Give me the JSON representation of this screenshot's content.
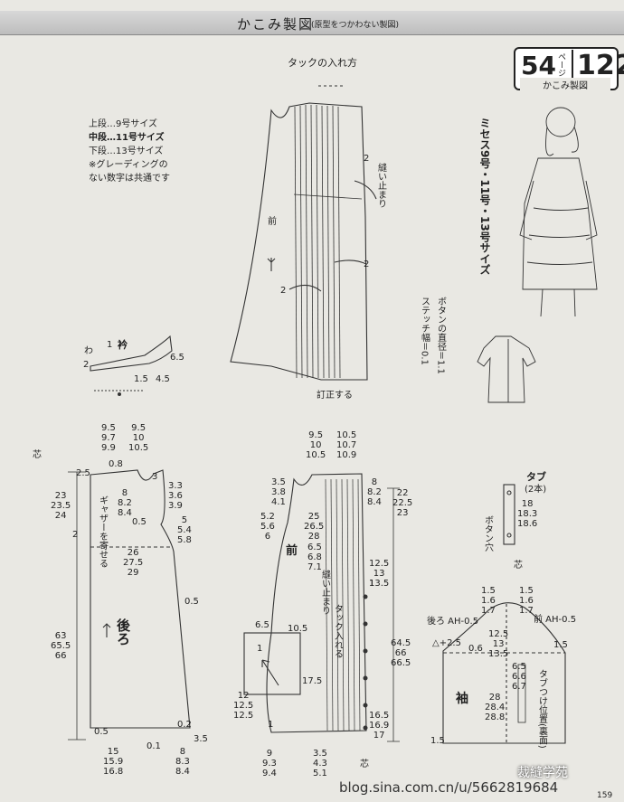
{
  "header": {
    "title": "かこみ製図",
    "subtitle": "(原型をつかわない製図)"
  },
  "page_box": {
    "number": "54",
    "unit": "ページ",
    "code": "122",
    "label": "かこみ製図"
  },
  "size_title": "ミセス9号・11号・13号サイズ",
  "size_notes": {
    "line1": "上段…9号サイズ",
    "line2": "中段…11号サイズ",
    "line3": "下段…13号サイズ",
    "line4": "※グレーディングの",
    "line5": "ない数字は共通です"
  },
  "tuck_title": "タックの入れ方",
  "button_notes": {
    "diameter": "ボタンの直径＝1.1",
    "stitch": "ステッチ幅＝0.1"
  },
  "labels": {
    "front_top": "前",
    "sew_stop_top": "縫い止まり",
    "correction": "訂正する",
    "collar": "衿",
    "wa": "わ",
    "back": "後ろ",
    "gather": "ギャザーを寄せる",
    "front": "前",
    "sew_stop": "縫い止まり",
    "tuck_in": "タック入れる",
    "tab": "タブ",
    "tab_count": "(2本)",
    "button_hole": "ボタン穴",
    "sleeve": "袖",
    "tab_position": "タブつけ位置(裏面)",
    "back_ah": "後ろ AH-0.5",
    "front_ah": "前 AH-0.5",
    "core": "芯",
    "core_symbol": "芯"
  },
  "back_dims": {
    "top_a": [
      "9.5",
      "9.7",
      "9.9"
    ],
    "top_b": [
      "9.5",
      "10",
      "10.5"
    ],
    "len_a": [
      "23",
      "23.5",
      "24"
    ],
    "shoulder_drop": [
      "8",
      "8.2",
      "8.4"
    ],
    "armhole_r": [
      "3.3",
      "3.6",
      "3.9"
    ],
    "side_a": [
      "5",
      "5.4",
      "5.8"
    ],
    "chest": [
      "26",
      "27.5",
      "29"
    ],
    "total": [
      "63",
      "65.5",
      "66"
    ],
    "hem_a": [
      "15",
      "15.9",
      "16.8"
    ],
    "hem_b": [
      "8",
      "8.3",
      "8.4"
    ],
    "misc": [
      "2.5",
      "0.8",
      "3",
      "2",
      "0.5",
      "0.5",
      "0.5",
      "0.2",
      "3.5",
      "0.1"
    ]
  },
  "front_dims": {
    "top_a": [
      "9.5",
      "10",
      "10.5"
    ],
    "top_b": [
      "10.5",
      "10.7",
      "10.9"
    ],
    "neck_l": [
      "3.5",
      "3.8",
      "4.1"
    ],
    "neck_r": [
      "8",
      "8.2",
      "8.4"
    ],
    "side_l": [
      "5.2",
      "5.6",
      "6"
    ],
    "chest": [
      "25",
      "26.5",
      "28"
    ],
    "depth": [
      "6.5",
      "6.8",
      "7.1"
    ],
    "placket": [
      "12.5",
      "13",
      "13.5"
    ],
    "len_r": [
      "22",
      "22.5",
      "23"
    ],
    "total": [
      "64.5",
      "66",
      "66.5"
    ],
    "pocket": [
      "12",
      "12.5",
      "12.5"
    ],
    "hem_r": [
      "16.5",
      "16.9",
      "17"
    ],
    "hem_a": [
      "9",
      "9.3",
      "9.4"
    ],
    "hem_b": [
      "3.5",
      "4.3",
      "5.1"
    ],
    "misc": [
      "6.5",
      "10.5",
      "17.5",
      "1",
      "1",
      "1"
    ]
  },
  "tab_dims": [
    "18",
    "18.3",
    "18.6"
  ],
  "sleeve_dims": {
    "cap_l": [
      "1.5",
      "1.6",
      "1.7"
    ],
    "cap_r": [
      "1.5",
      "1.6",
      "1.7"
    ],
    "cap_mid": [
      "12.5",
      "13",
      "13.5"
    ],
    "depth": [
      "6.5",
      "6.6",
      "6.7"
    ],
    "length": [
      "28",
      "28.4",
      "28.8"
    ],
    "misc": [
      "△+2.5",
      "0.6",
      "1.5",
      "1.5"
    ]
  },
  "collar_dims": [
    "1",
    "2",
    "6.5",
    "1.5",
    "4.5"
  ],
  "tuck_numbers": [
    "2",
    "2",
    "2"
  ],
  "page_no": "159",
  "watermark": "blog.sina.com.cn/u/5662819684",
  "logo_text": "裁縫学苑"
}
